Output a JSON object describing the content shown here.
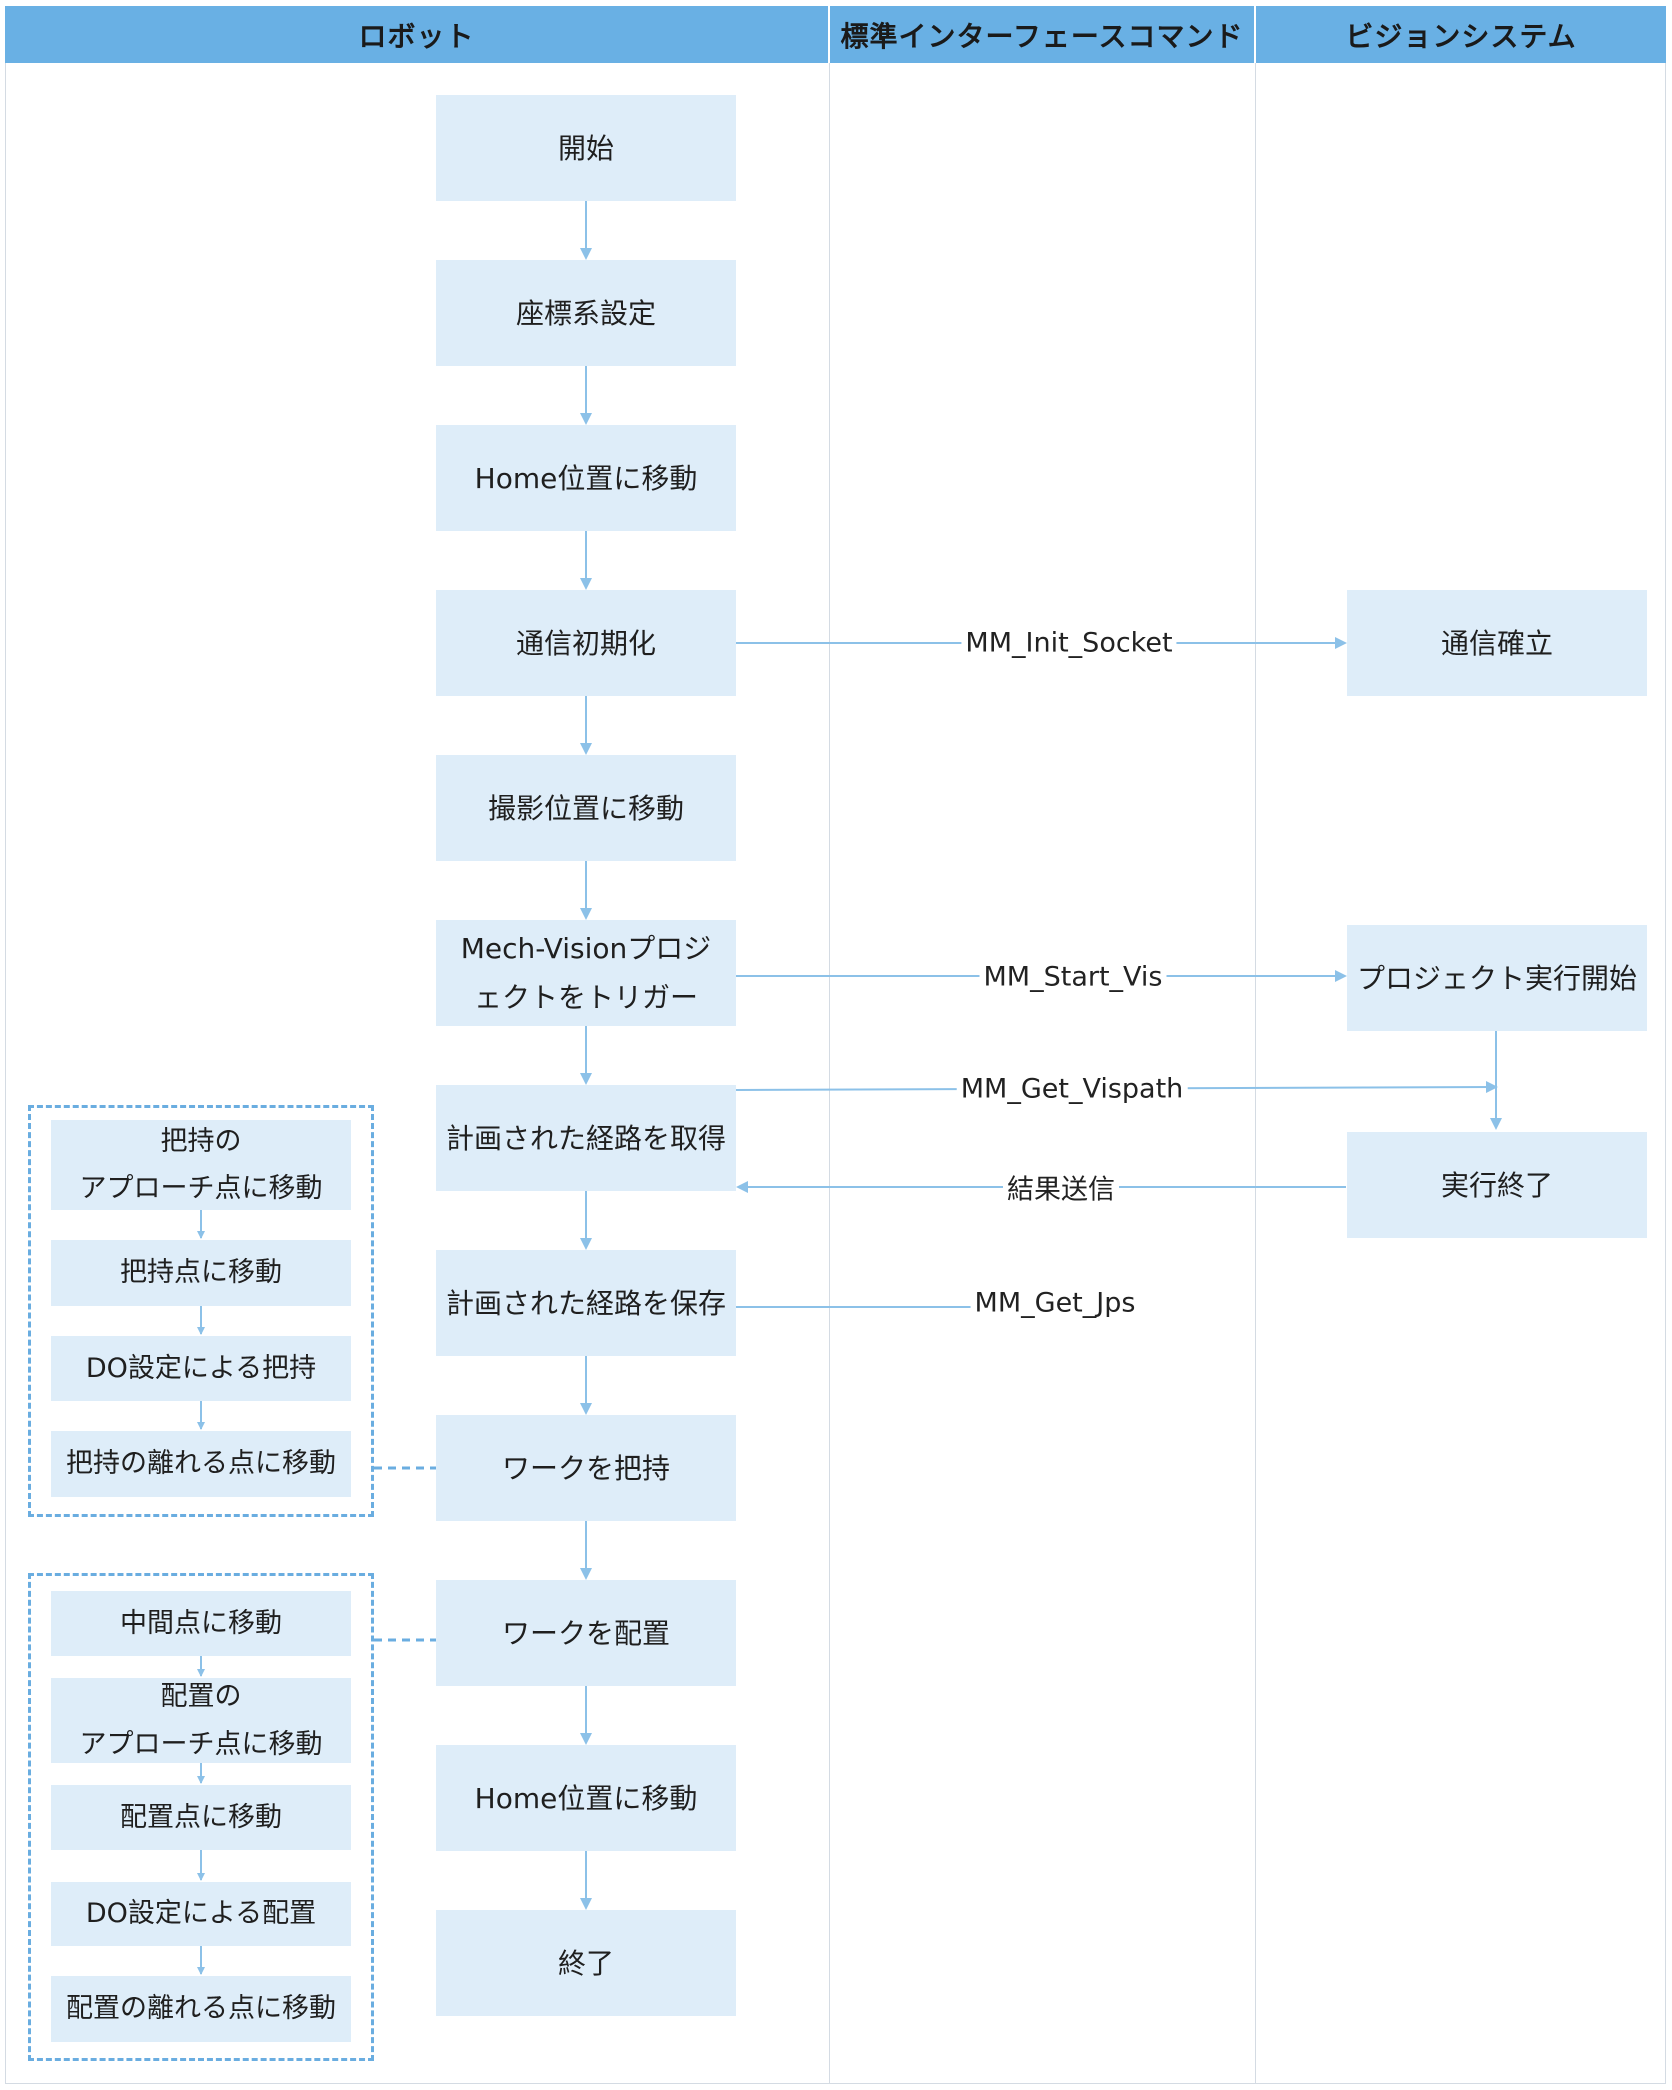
{
  "lanes": {
    "robot": "ロボット",
    "interface": "標準インターフェースコマンド",
    "vision": "ビジョンシステム"
  },
  "robot_steps": {
    "start": "開始",
    "coord": "座標系設定",
    "home1": "Home位置に移動",
    "comm_init": "通信初期化",
    "capture": "撮影位置に移動",
    "trigger": "Mech-Visionプロジェクトをトリガー",
    "get_path": "計画された経路を取得",
    "save_path": "計画された経路を保存",
    "pick": "ワークを把持",
    "place": "ワークを配置",
    "home2": "Home位置に移動",
    "end": "終了"
  },
  "vision_steps": {
    "comm_est": "通信確立",
    "proj_start": "プロジェクト実行開始",
    "exec_end": "実行終了"
  },
  "commands": {
    "init_socket": "MM_Init_Socket",
    "start_vis": "MM_Start_Vis",
    "get_vispath": "MM_Get_Vispath",
    "send_result": "結果送信",
    "get_jps": "MM_Get_Jps"
  },
  "pick_substeps": {
    "approach": "把持の\nアプローチ点に移動",
    "pick_point": "把持点に移動",
    "do_pick": "DO設定による把持",
    "depart": "把持の離れる点に移動"
  },
  "place_substeps": {
    "mid": "中間点に移動",
    "approach": "配置の\nアプローチ点に移動",
    "place_point": "配置点に移動",
    "do_place": "DO設定による配置",
    "depart": "配置の離れる点に移動"
  },
  "colors": {
    "header": "#69b0e4",
    "box": "#deedf9",
    "arrow": "#8cc1e8",
    "dashed": "#6aade0"
  }
}
